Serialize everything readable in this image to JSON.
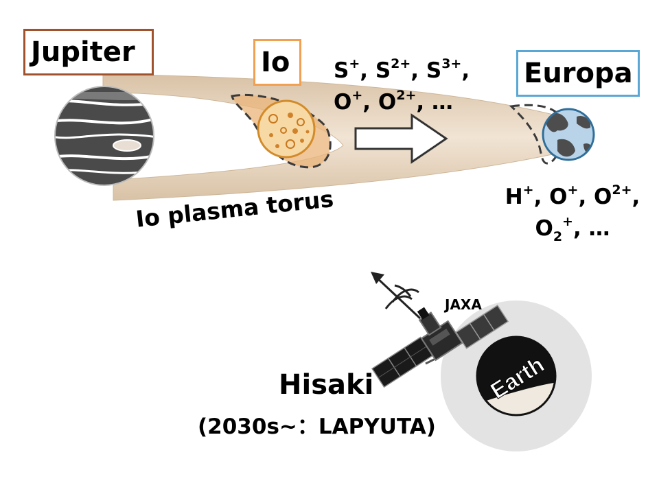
{
  "labels": {
    "jupiter": "Jupiter",
    "io": "Io",
    "europa": "Europa",
    "torus": "Io plasma torus",
    "earth": "Earth",
    "jaxa": "JAXA",
    "hisaki": "Hisaki",
    "lapyuta": "(2030s~：LAPYUTA)"
  },
  "ions": {
    "io_line1": [
      {
        "base": "S",
        "sup": "+"
      },
      {
        "sep": ", "
      },
      {
        "base": "S",
        "sup": "2+"
      },
      {
        "sep": ", "
      },
      {
        "base": "S",
        "sup": "3+"
      },
      {
        "sep": ","
      }
    ],
    "io_line2": [
      {
        "base": "O",
        "sup": "+"
      },
      {
        "sep": ", "
      },
      {
        "base": "O",
        "sup": "2+"
      },
      {
        "sep": ", …"
      }
    ],
    "europa_line1": [
      {
        "base": "H",
        "sup": "+"
      },
      {
        "sep": ", "
      },
      {
        "base": "O",
        "sup": "+"
      },
      {
        "sep": ", "
      },
      {
        "base": "O",
        "sup": "2+"
      },
      {
        "sep": ","
      }
    ],
    "europa_line2": [
      {
        "base": "O",
        "sub": "2",
        "sup": "+"
      },
      {
        "sep": ", …"
      }
    ]
  },
  "colors": {
    "jupiter_box": "#a0522d",
    "io_box": "#f0a050",
    "europa_box": "#5aa7d6",
    "torus_fill": "#e8d8c4",
    "io_fill": "#f7d9a6",
    "io_cloud": "#eab47a",
    "earth_halo": "#e3e3e3"
  }
}
